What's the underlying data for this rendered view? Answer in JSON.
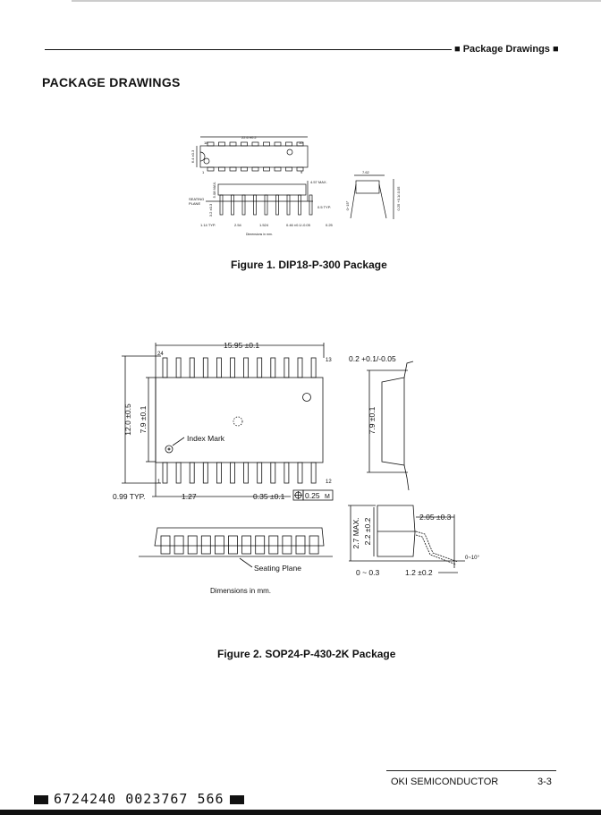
{
  "header": {
    "section": "■ Package Drawings ■"
  },
  "page_title": "PACKAGE DRAWINGS",
  "figure1": {
    "caption": "Figure 1.  DIP18-P-300 Package",
    "labels": {
      "length": "22.6 ±0.2",
      "width": "6.4 ±0.3",
      "pin18": "18",
      "pin10": "10",
      "pin1": "1",
      "pin9": "9",
      "max_height": "4.57 MAX.",
      "seating": "SEATING",
      "plane": "PLANE",
      "body_h": "5.08 MAX.",
      "lead_len": "3.2 ±0.3",
      "typ114": "1.14 TYP.",
      "pitch": "2.54",
      "w1524": "1.524",
      "lead_w": "0.46 ±0.1/-0.05",
      "tol": "0.25",
      "typ05": "0.5 TYP.",
      "row": "7.62",
      "angle": "0~15°",
      "lead_t": "0.25 +0.1/-0.05",
      "dims": "Dimensions in mm."
    }
  },
  "figure2": {
    "caption": "Figure 2.  SOP24-P-430-2K Package",
    "labels": {
      "length": "15.95 ±0.1",
      "pin24": "24",
      "pin13": "13",
      "pin1": "1",
      "pin12": "12",
      "total_w": "12.0 ±0.5",
      "body_w": "7.9 ±0.1",
      "index": "Index Mark",
      "typ": "0.99 TYP.",
      "pitch": "1.27",
      "lead_w": "0.35 ±0.1",
      "tol": "0.25",
      "tol_m": "M",
      "lead_t": "0.2 +0.1/-0.05",
      "side_w": "7.9 ±0.1",
      "seating": "Seating Plane",
      "max_h": "2.7 MAX.",
      "body_h": "2.2 ±0.2",
      "foot": "2.05 ±0.3",
      "angle": "0~10°",
      "standoff": "0 ~ 0.3",
      "foot_len": "1.2 ±0.2",
      "dims": "Dimensions in mm."
    }
  },
  "footer": {
    "company": "OKI SEMICONDUCTOR",
    "page": "3-3",
    "barcode": "6724240 0023767 566"
  }
}
